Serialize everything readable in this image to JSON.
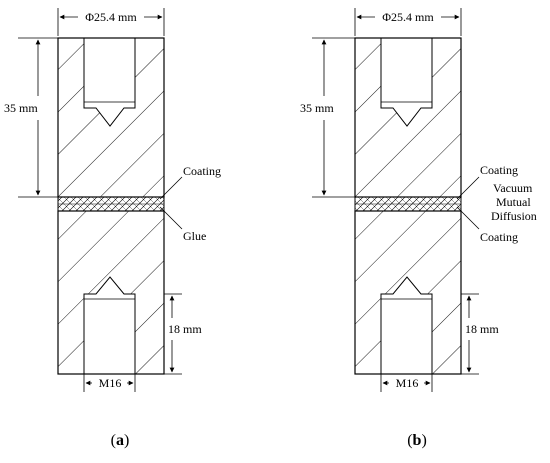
{
  "diagram_a": {
    "diameter_label": "Φ25.4 mm",
    "height_top_label": "35 mm",
    "height_bottom_label": "18 mm",
    "thread_label": "M16",
    "coating_label": "Coating",
    "glue_label": "Glue",
    "caption_open": "(",
    "caption_letter": "a",
    "caption_close": ")"
  },
  "diagram_b": {
    "diameter_label": "Φ25.4 mm",
    "height_top_label": "35 mm",
    "height_bottom_label": "18 mm",
    "thread_label": "M16",
    "coating_top_label": "Coating",
    "vacuum_line1": "Vacuum",
    "vacuum_line2": "Mutual",
    "vacuum_line3": "Diffusion",
    "coating_bottom_label": "Coating",
    "caption_open": "(",
    "caption_letter": "b",
    "caption_close": ")"
  },
  "colors": {
    "line": "#000000",
    "background": "#ffffff"
  }
}
